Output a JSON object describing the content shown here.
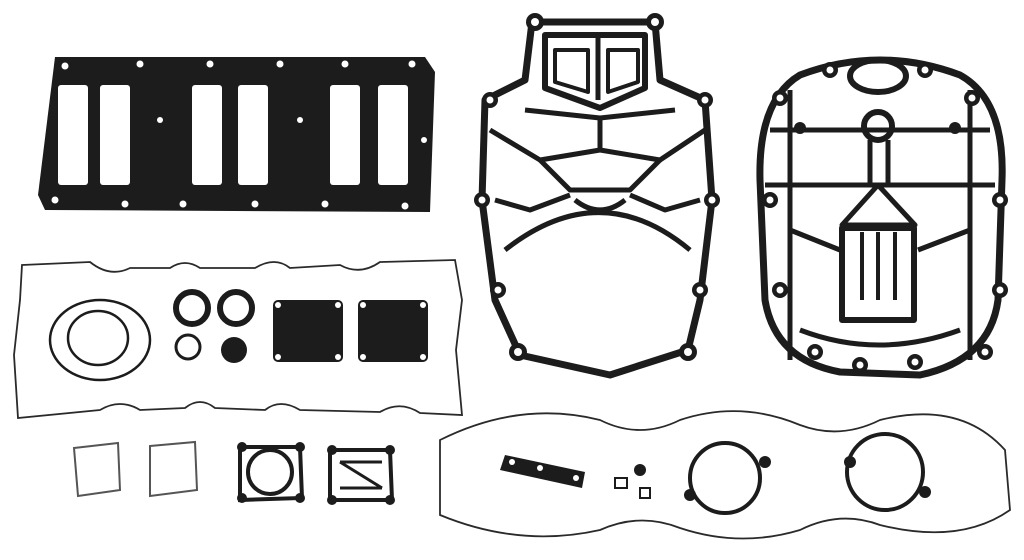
{
  "photo": {
    "subject": "gasket-kit",
    "background_color": "#ffffff",
    "gasket_dark_color": "#1c1c1c",
    "gasket_light_color": "#ffffff",
    "outline_color": "#2a2a2a"
  },
  "parts": [
    {
      "icon": "rectangular-manifold-gasket-icon",
      "slots": 6
    },
    {
      "icon": "adapter-plate-gasket-icon"
    },
    {
      "icon": "exhaust-plate-gasket-icon"
    },
    {
      "icon": "thin-outline-gasket-icon"
    },
    {
      "icon": "o-ring-icon",
      "count": 2
    },
    {
      "icon": "round-seal-icon",
      "count": 4
    },
    {
      "icon": "square-reed-gasket-icon",
      "count": 2
    },
    {
      "icon": "small-square-gasket-icon",
      "count": 4
    },
    {
      "icon": "figure-eight-outline-gasket-icon"
    },
    {
      "icon": "bar-gasket-icon"
    }
  ]
}
